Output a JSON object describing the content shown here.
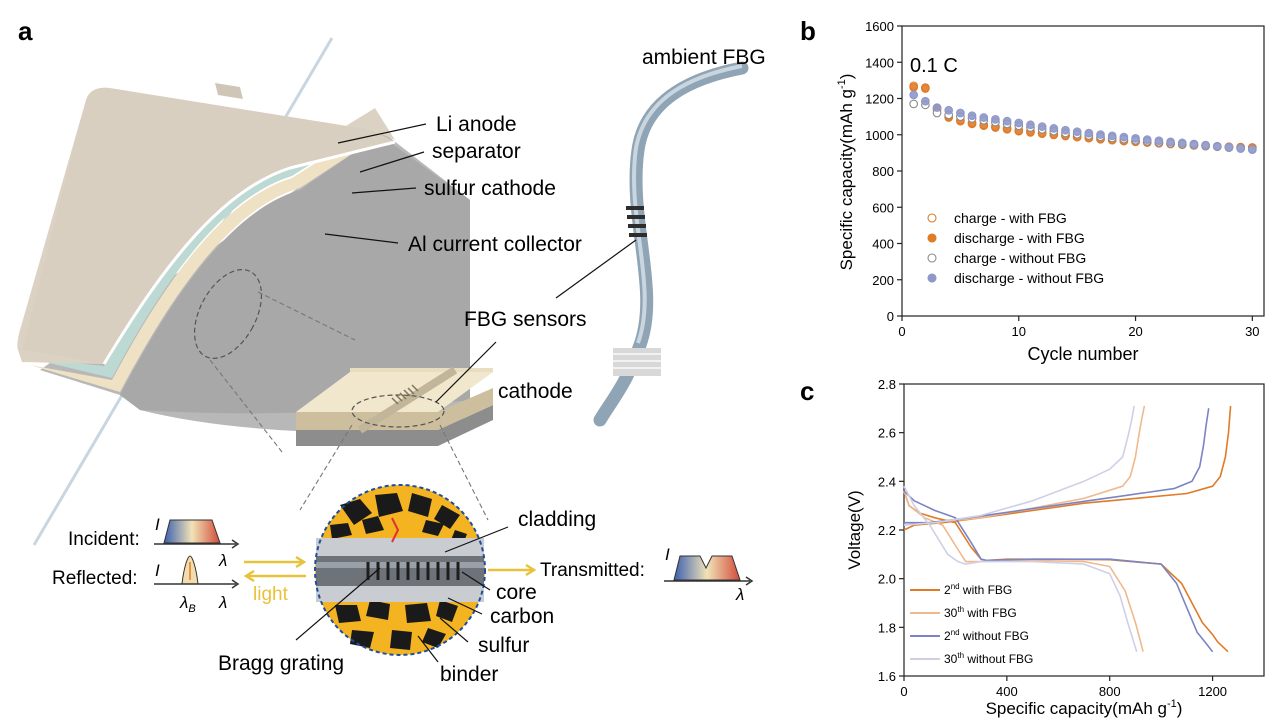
{
  "panels": {
    "a": {
      "letter": "a",
      "labels": {
        "ambient": "ambient FBG",
        "anode": "Li anode",
        "separator": "separator",
        "sulfur_cathode": "sulfur cathode",
        "collector": "Al current collector",
        "fbg_sensors": "FBG sensors",
        "cathode": "cathode",
        "cladding": "cladding",
        "core": "core",
        "carbon": "carbon",
        "sulfur": "sulfur",
        "binder": "binder",
        "bragg": "Bragg grating",
        "incident": "Incident:",
        "reflected": "Reflected:",
        "transmitted": "Transmitted:",
        "light": "light",
        "I": "I",
        "lambda": "λ",
        "lambda_B": "λ",
        "lambda_B_sub": "B"
      },
      "colors": {
        "accent_yellow": "#e8c23a",
        "cell_beige": "#d9cdbb",
        "separator_teal": "#bcd9d3",
        "cathode_cream": "#efe2c4",
        "collector_grey": "#bdbdbd",
        "fiber": "#9fb3c2",
        "sulfur_orange": "#f2b11c"
      }
    },
    "b": {
      "letter": "b",
      "annotation": "0.1 C",
      "ylabel_main": "Specific capacity(mAh g",
      "ylabel_sup": "-1",
      "ylabel_end": ")",
      "xlabel": "Cycle number",
      "xticks": [
        "0",
        "10",
        "20",
        "30"
      ],
      "yticks": [
        "0",
        "200",
        "400",
        "600",
        "800",
        "1000",
        "1200",
        "1400",
        "1600"
      ],
      "legend": [
        "charge - with FBG",
        "discharge - with FBG",
        "charge - without FBG",
        "discharge - without FBG"
      ]
    },
    "c": {
      "letter": "c",
      "ylabel": "Voltage(V)",
      "xlabel_main": "Specific capacity(mAh g",
      "xlabel_sup": "-1",
      "xlabel_end": ")",
      "xticks": [
        "0",
        "400",
        "800",
        "1200"
      ],
      "yticks": [
        "1.6",
        "1.8",
        "2.0",
        "2.2",
        "2.4",
        "2.6",
        "2.8"
      ],
      "legend": [
        {
          "pre": "2",
          "sup": "nd",
          "post": " with FBG"
        },
        {
          "pre": "30",
          "sup": "th",
          "post": " with FBG"
        },
        {
          "pre": "2",
          "sup": "nd",
          "post": " without FBG"
        },
        {
          "pre": "30",
          "sup": "th",
          "post": " without FBG"
        }
      ]
    }
  },
  "chart_data": [
    {
      "type": "scatter",
      "panel": "b",
      "xlabel": "Cycle number",
      "ylabel": "Specific capacity(mAh g-1)",
      "xlim": [
        0,
        31
      ],
      "ylim": [
        0,
        1600
      ],
      "x": [
        1,
        2,
        3,
        4,
        5,
        6,
        7,
        8,
        9,
        10,
        11,
        12,
        13,
        14,
        15,
        16,
        17,
        18,
        19,
        20,
        21,
        22,
        23,
        24,
        25,
        26,
        27,
        28,
        29,
        30
      ],
      "series": [
        {
          "name": "charge - with FBG",
          "color": "#e07b27",
          "filled": false,
          "values": [
            1270,
            1260,
            1145,
            1100,
            1080,
            1065,
            1055,
            1045,
            1035,
            1025,
            1018,
            1010,
            1003,
            996,
            990,
            984,
            978,
            972,
            967,
            962,
            958,
            954,
            950,
            946,
            942,
            939,
            936,
            934,
            932,
            930
          ]
        },
        {
          "name": "discharge - with FBG",
          "color": "#e07b27",
          "filled": true,
          "values": [
            1262,
            1255,
            1140,
            1095,
            1075,
            1060,
            1050,
            1040,
            1030,
            1020,
            1013,
            1006,
            999,
            993,
            987,
            981,
            975,
            970,
            965,
            961,
            957,
            953,
            949,
            945,
            941,
            938,
            935,
            933,
            931,
            929
          ]
        },
        {
          "name": "charge - without FBG",
          "color": "#8c8c8c",
          "filled": false,
          "values": [
            1170,
            1165,
            1120,
            1110,
            1100,
            1090,
            1080,
            1070,
            1060,
            1050,
            1040,
            1030,
            1020,
            1010,
            1003,
            996,
            989,
            982,
            976,
            970,
            964,
            958,
            953,
            948,
            943,
            938,
            934,
            929,
            924,
            920
          ]
        },
        {
          "name": "discharge - without FBG",
          "color": "#8e98c9",
          "filled": true,
          "values": [
            1220,
            1185,
            1150,
            1135,
            1120,
            1105,
            1095,
            1085,
            1075,
            1065,
            1055,
            1045,
            1035,
            1025,
            1017,
            1009,
            1001,
            994,
            987,
            980,
            973,
            967,
            961,
            955,
            949,
            943,
            937,
            931,
            925,
            918
          ]
        }
      ]
    },
    {
      "type": "line",
      "panel": "c",
      "xlabel": "Specific capacity(mAh g-1)",
      "ylabel": "Voltage(V)",
      "xlim": [
        0,
        1400
      ],
      "ylim": [
        1.6,
        2.8
      ],
      "series": [
        {
          "name": "2nd with FBG",
          "color": "#e07b27",
          "part": "discharge",
          "x": [
            0,
            20,
            60,
            120,
            200,
            260,
            300,
            320,
            400,
            600,
            800,
            1000,
            1080,
            1120,
            1160,
            1200,
            1220,
            1260
          ],
          "y": [
            2.36,
            2.3,
            2.27,
            2.25,
            2.23,
            2.13,
            2.08,
            2.075,
            2.08,
            2.08,
            2.078,
            2.06,
            1.98,
            1.9,
            1.82,
            1.77,
            1.74,
            1.7
          ]
        },
        {
          "name": "2nd with FBG",
          "color": "#e07b27",
          "part": "charge",
          "x": [
            0,
            40,
            150,
            300,
            500,
            700,
            900,
            1100,
            1200,
            1230,
            1250,
            1262,
            1270
          ],
          "y": [
            2.2,
            2.22,
            2.23,
            2.25,
            2.28,
            2.31,
            2.33,
            2.35,
            2.38,
            2.42,
            2.5,
            2.6,
            2.71
          ]
        },
        {
          "name": "30th with FBG",
          "color": "#f0b98d",
          "part": "discharge",
          "x": [
            0,
            20,
            80,
            150,
            210,
            240,
            260,
            300,
            500,
            700,
            800,
            860,
            900,
            920,
            930
          ],
          "y": [
            2.36,
            2.3,
            2.25,
            2.22,
            2.12,
            2.07,
            2.07,
            2.07,
            2.075,
            2.07,
            2.05,
            1.95,
            1.82,
            1.74,
            1.7
          ]
        },
        {
          "name": "30th with FBG",
          "color": "#f0b98d",
          "part": "charge",
          "x": [
            0,
            100,
            300,
            500,
            700,
            850,
            880,
            900,
            915,
            925,
            935
          ],
          "y": [
            2.22,
            2.23,
            2.25,
            2.29,
            2.33,
            2.38,
            2.42,
            2.5,
            2.6,
            2.66,
            2.71
          ]
        },
        {
          "name": "2nd without FBG",
          "color": "#7b84c4",
          "part": "discharge",
          "x": [
            0,
            40,
            120,
            200,
            260,
            300,
            320,
            500,
            800,
            1000,
            1060,
            1100,
            1140,
            1170,
            1200
          ],
          "y": [
            2.36,
            2.32,
            2.28,
            2.25,
            2.15,
            2.08,
            2.075,
            2.08,
            2.08,
            2.06,
            1.98,
            1.88,
            1.78,
            1.74,
            1.7
          ]
        },
        {
          "name": "2nd without FBG",
          "color": "#7b84c4",
          "part": "charge",
          "x": [
            0,
            100,
            250,
            450,
            650,
            850,
            1050,
            1120,
            1150,
            1165,
            1175,
            1185
          ],
          "y": [
            2.23,
            2.23,
            2.25,
            2.28,
            2.31,
            2.34,
            2.37,
            2.4,
            2.46,
            2.55,
            2.63,
            2.7
          ]
        },
        {
          "name": "30th without FBG",
          "color": "#cfd0e6",
          "part": "discharge",
          "x": [
            0,
            40,
            100,
            170,
            210,
            240,
            300,
            500,
            700,
            800,
            840,
            870,
            890,
            905
          ],
          "y": [
            2.38,
            2.3,
            2.22,
            2.1,
            2.07,
            2.06,
            2.07,
            2.07,
            2.06,
            2.02,
            1.93,
            1.82,
            1.75,
            1.7
          ]
        },
        {
          "name": "30th without FBG",
          "color": "#cfd0e6",
          "part": "charge",
          "x": [
            0,
            120,
            300,
            500,
            700,
            800,
            850,
            870,
            885,
            895
          ],
          "y": [
            2.22,
            2.23,
            2.26,
            2.32,
            2.4,
            2.45,
            2.5,
            2.58,
            2.65,
            2.71
          ]
        }
      ]
    }
  ]
}
